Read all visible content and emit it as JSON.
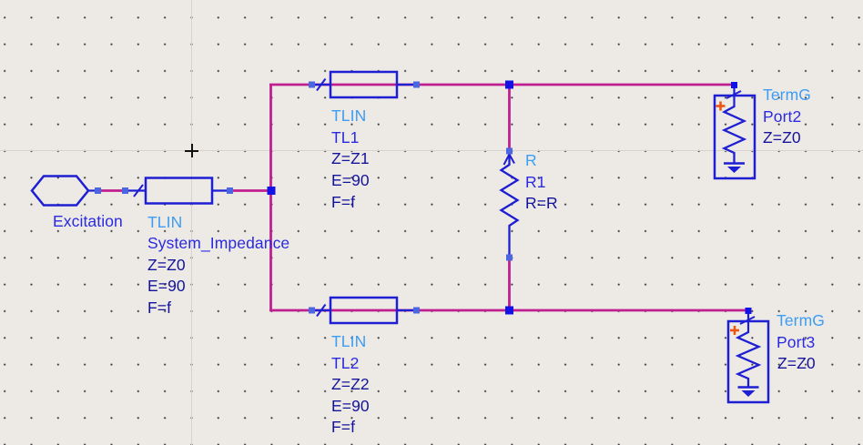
{
  "app": {
    "view": "schematic-canvas"
  },
  "colors": {
    "bg": "#edeae6",
    "grid-dot": "#3f3f3f",
    "axis": "#d6d3cf",
    "crosshair": "#111111",
    "wire": "#c01f90",
    "symbol": "#1e1ed2",
    "junction": "#1212e6",
    "pin": "#4a66e0",
    "type-text": "#3d9df2",
    "name-text": "#2a2ae0",
    "param-text": "#13139c",
    "plus": "#ed5414"
  },
  "components": {
    "excitation": {
      "name": "Excitation"
    },
    "system_impedance": {
      "type": "TLIN",
      "name": "System_Impedance",
      "params": [
        "Z=Z0",
        "E=90",
        "F=f"
      ]
    },
    "tl1": {
      "type": "TLIN",
      "name": "TL1",
      "params": [
        "Z=Z1",
        "E=90",
        "F=f"
      ]
    },
    "tl2": {
      "type": "TLIN",
      "name": "TL2",
      "params": [
        "Z=Z2",
        "E=90",
        "F=f"
      ]
    },
    "r1": {
      "type": "R",
      "name": "R1",
      "params": [
        "R=R"
      ]
    },
    "port2": {
      "type": "TermG",
      "name": "Port2",
      "params": [
        "Z=Z0"
      ]
    },
    "port3": {
      "type": "TermG",
      "name": "Port3",
      "params": [
        "Z=Z0"
      ]
    },
    "plus_glyph": "+"
  }
}
